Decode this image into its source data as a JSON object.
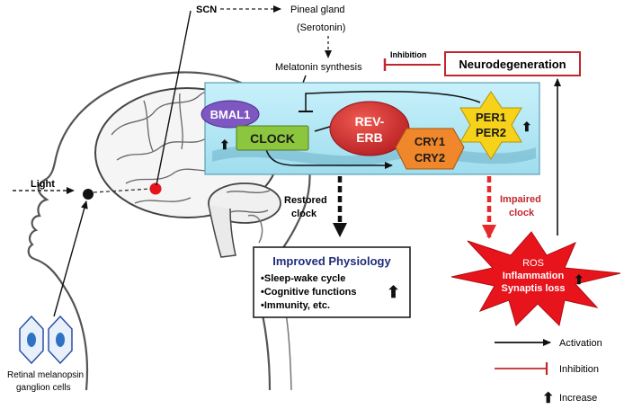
{
  "top": {
    "scn": "SCN",
    "pineal_gland": "Pineal gland",
    "serotonin": "(Serotonin)",
    "melatonin_synthesis": "Melatonin synthesis",
    "inhibition_label": "Inhibition",
    "neurodegeneration": "Neurodegeneration"
  },
  "clock_panel": {
    "bmal1": "BMAL1",
    "clock": "CLOCK",
    "rev_erb_line1": "REV-",
    "rev_erb_line2": "ERB",
    "cry1": "CRY1",
    "cry2": "CRY2",
    "per1": "PER1",
    "per2": "PER2"
  },
  "left": {
    "light": "Light",
    "retinal_line1": "Retinal melanopsin",
    "retinal_line2": "ganglion cells"
  },
  "middle": {
    "restored_line1": "Restored",
    "restored_line2": "clock",
    "impaired_line1": "Impaired",
    "impaired_line2": "clock"
  },
  "physiology": {
    "title": "Improved Physiology",
    "items": [
      "•Sleep-wake cycle",
      "•Cognitive functions",
      "•Immunity, etc."
    ]
  },
  "damage": {
    "ros": "ROS",
    "inflammation": "Inflammation",
    "synaptic_loss": "Synaptis loss"
  },
  "legend": {
    "activation": "Activation",
    "inhibition": "Inhibition",
    "increase": "Increase"
  },
  "colors": {
    "dark_red": "#c0272d",
    "red": "#e8292b",
    "bmal1": "#7e57c2",
    "clock": "#8cc63f",
    "rev_erb": "#d12d2d",
    "cry": "#f0872a",
    "per": "#f7d21a",
    "panel": "#b8eaf6",
    "navy": "#1f2d7a"
  }
}
